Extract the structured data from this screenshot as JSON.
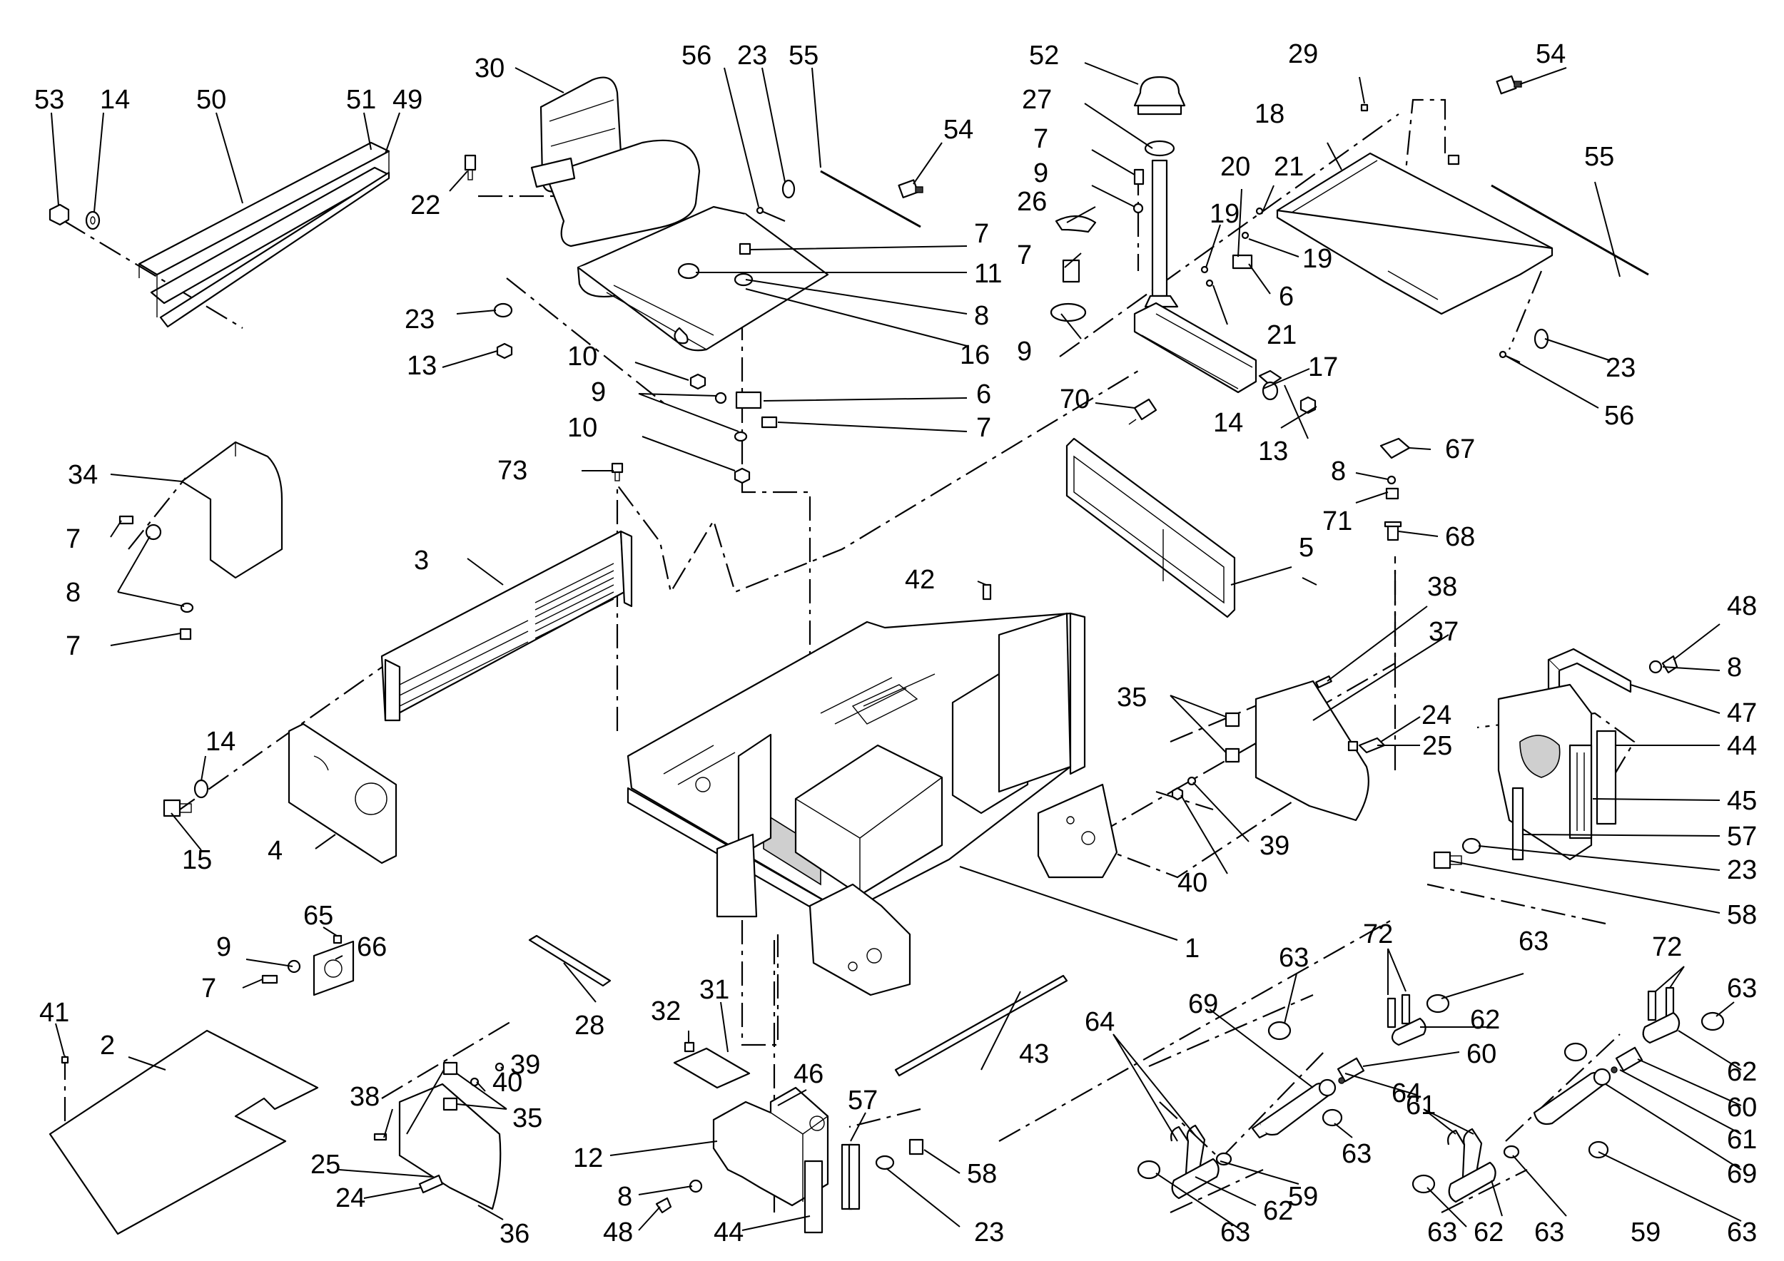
{
  "diagram": {
    "callouts": [
      "53",
      "14",
      "50",
      "51",
      "49",
      "30",
      "56",
      "23",
      "55",
      "54",
      "52",
      "27",
      "29",
      "18",
      "54",
      "55",
      "22",
      "7",
      "11",
      "8",
      "16",
      "23",
      "13",
      "10",
      "9",
      "6",
      "7",
      "10",
      "7",
      "9",
      "26",
      "7",
      "9",
      "20",
      "21",
      "19",
      "19",
      "6",
      "21",
      "17",
      "14",
      "13",
      "70",
      "23",
      "56",
      "67",
      "8",
      "71",
      "68",
      "34",
      "7",
      "8",
      "7",
      "73",
      "3",
      "5",
      "42",
      "14",
      "15",
      "4",
      "38",
      "37",
      "35",
      "24",
      "25",
      "40",
      "39",
      "48",
      "8",
      "47",
      "44",
      "45",
      "57",
      "23",
      "58",
      "1",
      "65",
      "9",
      "66",
      "7",
      "28",
      "41",
      "2",
      "32",
      "31",
      "46",
      "12",
      "8",
      "48",
      "44",
      "57",
      "58",
      "23",
      "38",
      "40",
      "39",
      "35",
      "25",
      "24",
      "36",
      "43",
      "63",
      "72",
      "63",
      "72",
      "69",
      "62",
      "60",
      "61",
      "64",
      "63",
      "59",
      "62",
      "63",
      "64",
      "63",
      "62",
      "60",
      "61",
      "69",
      "59",
      "63",
      "63",
      "62",
      "63"
    ]
  }
}
